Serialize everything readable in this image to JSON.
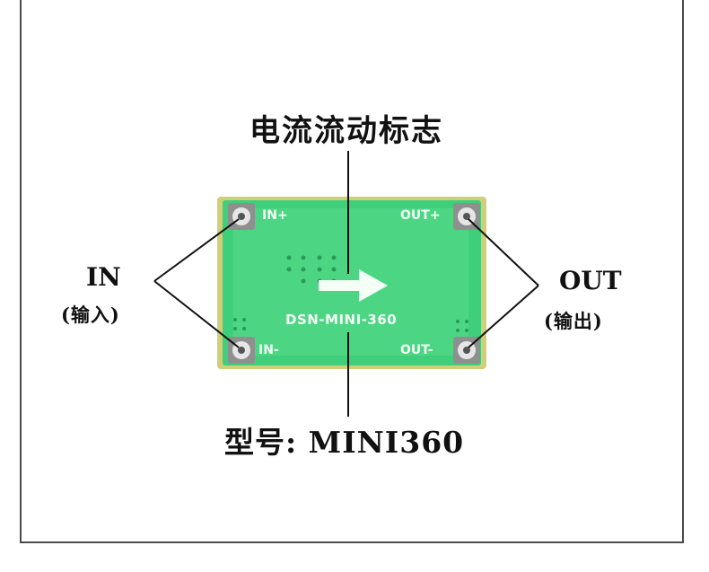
{
  "labels": {
    "flow_title": "电流流动标志",
    "in_label": "IN",
    "in_sub": "(输入)",
    "out_label": "OUT",
    "out_sub": "(输出)",
    "model_label": "型号: MINI360"
  },
  "board": {
    "pin_in_plus": "IN+",
    "pin_in_minus": "IN-",
    "pin_out_plus": "OUT+",
    "pin_out_minus": "OUT-",
    "model_text": "DSN-MINI-360"
  },
  "colors": {
    "board_green": "#3fcf7a",
    "board_edge": "#c9c96a",
    "pad": "#d9d9d9",
    "line": "#111111"
  }
}
